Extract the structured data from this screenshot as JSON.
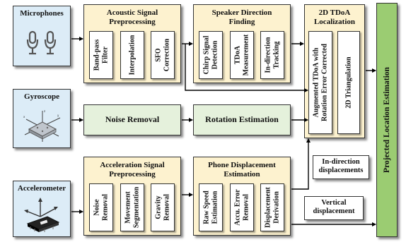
{
  "sensors": {
    "microphones": "Microphones",
    "gyroscope": "Gyroscope",
    "accelerometer": "Accelerometer"
  },
  "acoustic": {
    "title_line1": "Acoustic Signal",
    "title_line2": "Preprocessing",
    "steps": [
      {
        "line1": "Band-pass",
        "line2": "Filter"
      },
      {
        "line1": "Interpolation",
        "line2": ""
      },
      {
        "line1": "SFO",
        "line2": "Correction"
      }
    ]
  },
  "speaker": {
    "title_line1": "Speaker Direction",
    "title_line2": "Finding",
    "steps": [
      {
        "line1": "Chirp Signal",
        "line2": "Detection"
      },
      {
        "line1": "TDoA",
        "line2": "Measurement"
      },
      {
        "line1": "In-direction",
        "line2": "Tracking"
      }
    ]
  },
  "tdoa2d": {
    "title_line1": "2D TDoA",
    "title_line2": "Localization",
    "steps": [
      {
        "line1": "Augmented TDoA with",
        "line2": "Rotation Error Corrected"
      },
      {
        "line1": "2D Triangulation",
        "line2": ""
      }
    ]
  },
  "noise_removal": "Noise Removal",
  "rotation_estimation": "Rotation Estimation",
  "acceleration": {
    "title_line1": "Acceleration Signal",
    "title_line2": "Preprocessing",
    "steps": [
      {
        "line1": "Noise",
        "line2": "Removal"
      },
      {
        "line1": "Movement",
        "line2": "Segmentation"
      },
      {
        "line1": "Gravity",
        "line2": "Removal"
      }
    ]
  },
  "displacement": {
    "title_line1": "Phone Displacement",
    "title_line2": "Estimation",
    "steps": [
      {
        "line1": "Raw Speed",
        "line2": "Estimation"
      },
      {
        "line1": "Accu. Error",
        "line2": "Removal"
      },
      {
        "line1": "Displacement",
        "line2": "Derivation"
      }
    ]
  },
  "in_direction": {
    "line1": "In-direction",
    "line2": "displacements"
  },
  "vertical": {
    "line1": "Vertical",
    "line2": "displacement"
  },
  "projected": "Projected Location Estimation",
  "colors": {
    "sensor_bg": "#dcecf7",
    "stage_bg": "#fdf2cf",
    "single_step_bg": "#e5f1dc",
    "final_bg": "#9bcc72"
  }
}
